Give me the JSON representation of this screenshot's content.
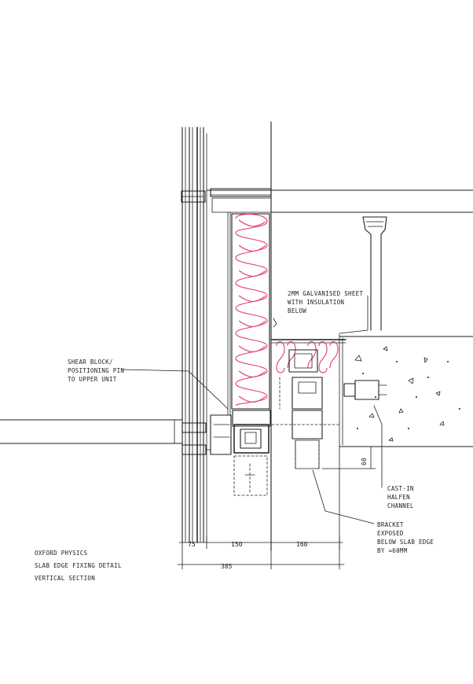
{
  "title_block": {
    "line1": "OXFORD PHYSICS",
    "line2": "SLAB EDGE FIXING DETAIL",
    "line3": "VERTICAL SECTION"
  },
  "annotations": {
    "galvanised_sheet_1": "2MM GALVANISED SHEET",
    "galvanised_sheet_2": "WITH INSULATION",
    "galvanised_sheet_3": "BELOW",
    "shear_block_1": "SHEAR BLOCK/",
    "shear_block_2": "POSITIONING PIN",
    "shear_block_3": "TO UPPER UNIT",
    "halfen_1": "CAST-IN",
    "halfen_2": "HALFEN",
    "halfen_3": "CHANNEL",
    "bracket_1": "BRACKET",
    "bracket_2": "EXPOSED",
    "bracket_3": "BELOW SLAB EDGE",
    "bracket_4": "BY ≈60MM"
  },
  "dimensions": {
    "d1": "75",
    "d2": "150",
    "d3": "160",
    "total": "385",
    "vertical": "60"
  },
  "colors": {
    "ink": "#1e1e1e",
    "insulation": "#e23a6c"
  }
}
